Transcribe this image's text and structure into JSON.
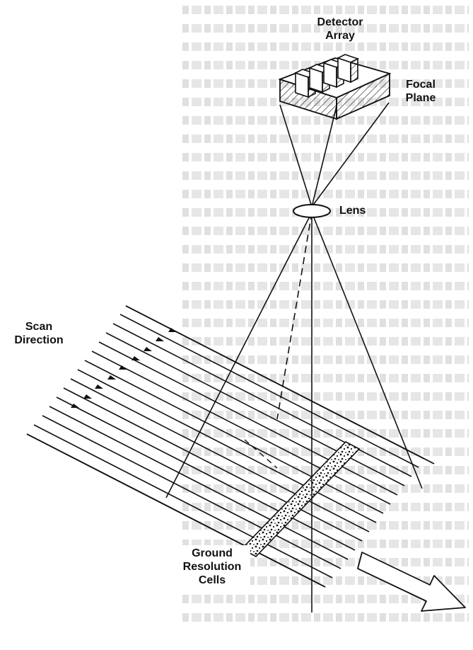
{
  "labels": {
    "detector_array": [
      "Detector",
      "Array"
    ],
    "focal_plane": [
      "Focal",
      "Plane"
    ],
    "lens": "Lens",
    "scan_direction": [
      "Scan",
      "Direction"
    ],
    "ground_resolution_cells": [
      "Ground",
      "Resolution",
      "Cells"
    ]
  },
  "colors": {
    "ink": "#111111",
    "background": "#ffffff",
    "faint_text": "#c6c6c6"
  }
}
